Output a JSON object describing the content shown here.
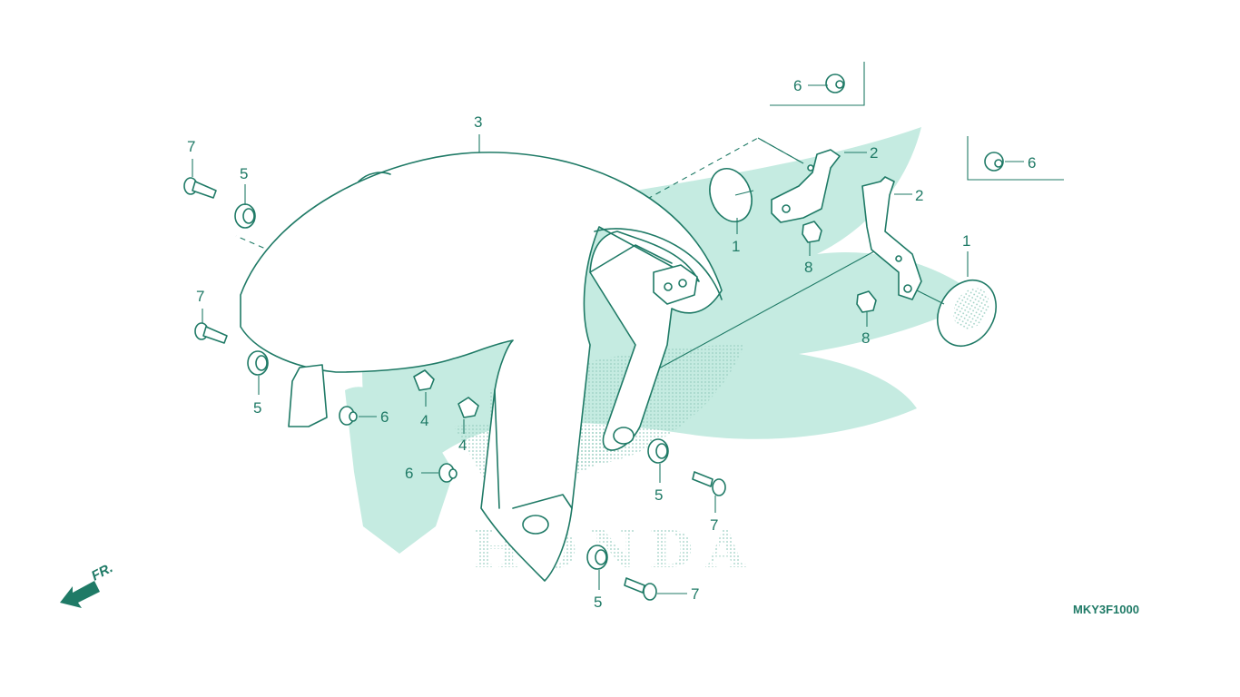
{
  "diagram": {
    "drawing_code": "MKY3F1000",
    "direction_label": "FR.",
    "watermark_text": "HONDA",
    "colors": {
      "line": "#1f7a66",
      "watermark": "#c5ebe1"
    },
    "callouts": [
      {
        "id": "c3",
        "label": "3"
      },
      {
        "id": "c7a",
        "label": "7"
      },
      {
        "id": "c5a",
        "label": "5"
      },
      {
        "id": "c7b",
        "label": "7"
      },
      {
        "id": "c5b",
        "label": "5"
      },
      {
        "id": "c6a",
        "label": "6"
      },
      {
        "id": "c4a",
        "label": "4"
      },
      {
        "id": "c4b",
        "label": "4"
      },
      {
        "id": "c6b",
        "label": "6"
      },
      {
        "id": "c5c",
        "label": "5"
      },
      {
        "id": "c7c",
        "label": "7"
      },
      {
        "id": "c5d",
        "label": "5"
      },
      {
        "id": "c7d",
        "label": "7"
      },
      {
        "id": "c6c",
        "label": "6"
      },
      {
        "id": "c2a",
        "label": "2"
      },
      {
        "id": "c1a",
        "label": "1"
      },
      {
        "id": "c8a",
        "label": "8"
      },
      {
        "id": "c6d",
        "label": "6"
      },
      {
        "id": "c2b",
        "label": "2"
      },
      {
        "id": "c1b",
        "label": "1"
      },
      {
        "id": "c8b",
        "label": "8"
      }
    ]
  }
}
